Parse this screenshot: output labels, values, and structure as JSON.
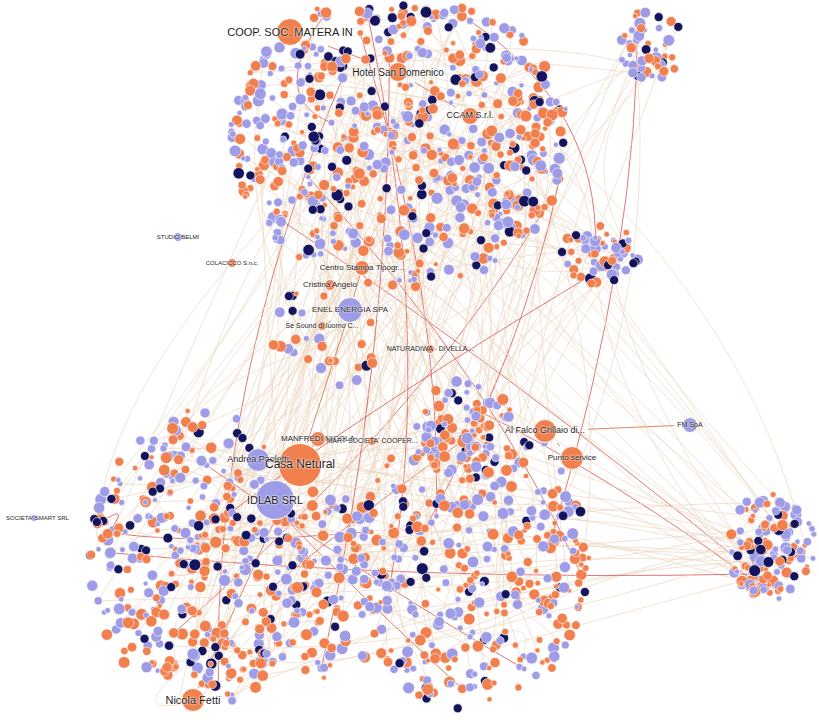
{
  "diagram": {
    "nodes": [
      {
        "text": [
          "COOP. SOC. MATERA IN"
        ]
      },
      {
        "text": [
          "Hotel San Domenico"
        ]
      },
      {
        "text": [
          "CCAM S.r.l."
        ]
      },
      {
        "text": [
          "STUDIO BELMI"
        ]
      },
      {
        "text": [
          "COLACICCO S.n.c."
        ]
      },
      {
        "text": [
          "Centro Stampa Tipogr..."
        ]
      },
      {
        "text": [
          "Cristina Angelo"
        ]
      },
      {
        "text": [
          "ENEL ENERGIA SPA"
        ]
      },
      {
        "text": [
          "Se Sound di Iuorno C..."
        ]
      },
      {
        "text": [
          "NATURADIWA - DIVELLA..."
        ]
      },
      {
        "text": [
          "FM SpA"
        ]
      },
      {
        "text": [
          "Al Falco Grillaio di..."
        ]
      },
      {
        "text": [
          "MANFREDI NICOLA"
        ]
      },
      {
        "text": [
          "MART SOCIETA' COOPER..."
        ]
      },
      {
        "text": [
          "Punto service"
        ]
      },
      {
        "text": [
          "Andrea Paoletti"
        ]
      },
      {
        "text": [
          "Casa Netural"
        ]
      },
      {
        "text": [
          "IDLAB SRL"
        ]
      },
      {
        "text": [
          "SOCIETA' SMART SRL"
        ]
      },
      {
        "text": [
          "Nicola Fetti"
        ]
      }
    ],
    "edges": [
      {
        "from": 0,
        "to": 1,
        "arrow": "none"
      },
      {
        "from": 1,
        "to": 2,
        "arrow": "none"
      },
      {
        "from": 7,
        "to": 5,
        "arrow": "none"
      },
      {
        "from": 7,
        "to": 8,
        "arrow": "none"
      },
      {
        "from": 16,
        "to": 7,
        "arrow": "none"
      },
      {
        "from": 16,
        "to": 15,
        "arrow": "none"
      },
      {
        "from": 16,
        "to": 17,
        "arrow": "none"
      },
      {
        "from": 16,
        "to": 12,
        "arrow": "none"
      },
      {
        "from": 11,
        "to": 14,
        "arrow": "none"
      },
      {
        "from": 10,
        "to": 11,
        "arrow": "none"
      },
      {
        "from": 16,
        "to": 19,
        "arrow": "none"
      }
    ]
  }
}
